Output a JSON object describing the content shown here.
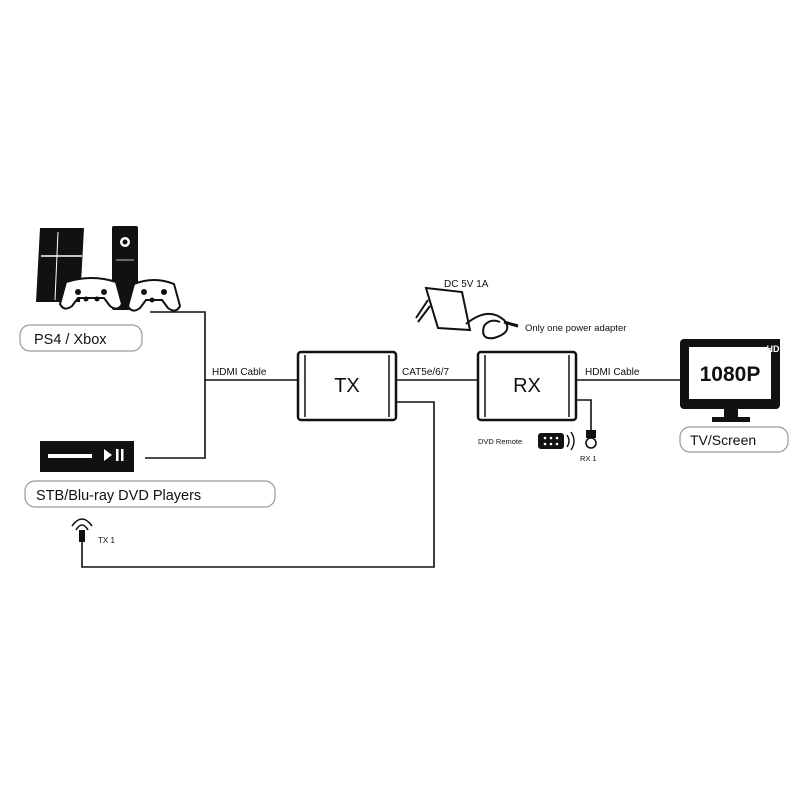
{
  "labels": {
    "consoles": "PS4 / Xbox",
    "players": "STB/Blu-ray DVD Players",
    "tv": "TV/Screen",
    "tv_resolution": "1080P",
    "tv_badge": "HD",
    "tx": "TX",
    "rx": "RX",
    "hdmi_in": "HDMI Cable",
    "hdmi_out": "HDMI Cable",
    "cat": "CAT5e/6/7",
    "power": "DC 5V 1A",
    "power_note": "Only one power adapter",
    "dvd_remote": "DVD Remote",
    "rx1": "RX 1",
    "tx1": "TX 1"
  }
}
